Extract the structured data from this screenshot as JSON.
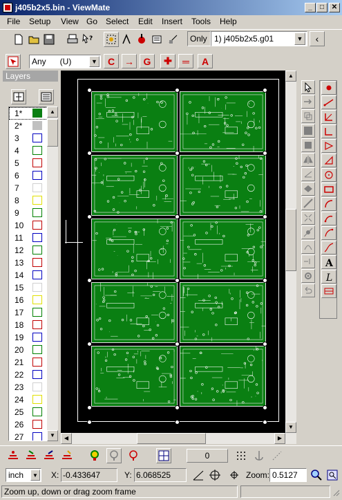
{
  "window": {
    "title": "j405b2x5.bin - ViewMate"
  },
  "menu": [
    "File",
    "Setup",
    "View",
    "Go",
    "Select",
    "Edit",
    "Insert",
    "Tools",
    "Help"
  ],
  "toolbar": {
    "only_label": "Only",
    "layer_select": "1) j405b2x5.g01"
  },
  "filter": {
    "select_value": "Any      (U)"
  },
  "layer_toolbar_buttons": [
    "C",
    "→",
    "G",
    "✚",
    "═",
    "A"
  ],
  "layers_panel": {
    "title": "Layers",
    "rows": [
      {
        "label": "1*",
        "color": "#0a7f12",
        "fill": true
      },
      {
        "label": "2*",
        "color": "#c0c0c0",
        "fill": true
      },
      {
        "label": "3",
        "color": "#0000c0",
        "fill": false
      },
      {
        "label": "4",
        "color": "#008000",
        "fill": false
      },
      {
        "label": "5",
        "color": "#c00000",
        "fill": false
      },
      {
        "label": "6",
        "color": "#0000c0",
        "fill": false
      },
      {
        "label": "7",
        "color": "#d0d0d0",
        "fill": false
      },
      {
        "label": "8",
        "color": "#e0e000",
        "fill": false
      },
      {
        "label": "9",
        "color": "#008000",
        "fill": false
      },
      {
        "label": "10",
        "color": "#c00000",
        "fill": false
      },
      {
        "label": "11",
        "color": "#0000c0",
        "fill": false
      },
      {
        "label": "12",
        "color": "#008000",
        "fill": false
      },
      {
        "label": "13",
        "color": "#c00000",
        "fill": false
      },
      {
        "label": "14",
        "color": "#0000c0",
        "fill": false
      },
      {
        "label": "15",
        "color": "#d0d0d0",
        "fill": false
      },
      {
        "label": "16",
        "color": "#e0e000",
        "fill": false
      },
      {
        "label": "17",
        "color": "#008000",
        "fill": false
      },
      {
        "label": "18",
        "color": "#c00000",
        "fill": false
      },
      {
        "label": "19",
        "color": "#0000c0",
        "fill": false
      },
      {
        "label": "20",
        "color": "#008000",
        "fill": false
      },
      {
        "label": "21",
        "color": "#c00000",
        "fill": false
      },
      {
        "label": "22",
        "color": "#0000c0",
        "fill": false
      },
      {
        "label": "23",
        "color": "#d0d0d0",
        "fill": false
      },
      {
        "label": "24",
        "color": "#e0e000",
        "fill": false
      },
      {
        "label": "25",
        "color": "#008000",
        "fill": false
      },
      {
        "label": "26",
        "color": "#c00000",
        "fill": false
      },
      {
        "label": "27",
        "color": "#0000c0",
        "fill": false
      }
    ]
  },
  "bottom_toolbar": {
    "counter": "0"
  },
  "coords": {
    "unit": "inch",
    "x_label": "X:",
    "x_value": "-0.433647",
    "y_label": "Y:",
    "y_value": "6.068525",
    "zoom_label": "Zoom:",
    "zoom_value": "0.5127"
  },
  "status": {
    "text": "Zoom up, down or drag zoom frame"
  },
  "colors": {
    "board": "#0a7f12",
    "canvas": "#000000",
    "titlebar": "#0a246a"
  }
}
